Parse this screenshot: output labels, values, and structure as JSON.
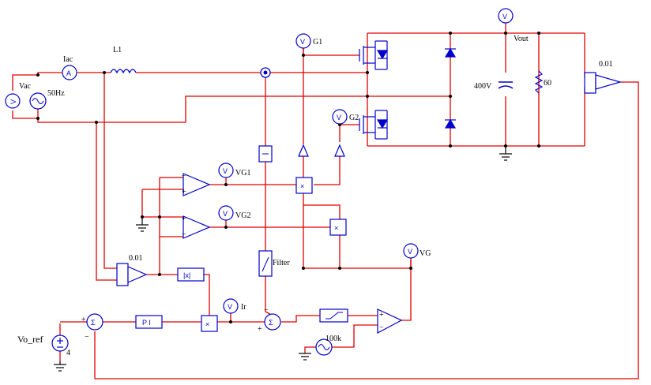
{
  "colors": {
    "wire_red": "#e00000",
    "element_blue": "#0000cc",
    "ground_black": "#000000",
    "fill_white": "#ffffff",
    "node_dot": "#000000"
  },
  "labels": {
    "iac": "Iac",
    "l1": "L1",
    "vac": "Vac",
    "hz": "50Hz",
    "vg1": "G1",
    "vg2": "G2",
    "vout": "Vout",
    "v400": "400V",
    "r60": "60",
    "gain_out": "0.01",
    "vg1_cmp": "VG1",
    "vg2_cmp": "VG2",
    "gain_in": "0.01",
    "filter": "Filter",
    "vg": "VG",
    "ir": "Ir",
    "vo_ref": "Vo_ref",
    "src4": "4",
    "tri100k": "100k",
    "pi": "P I",
    "abs": "|x|"
  },
  "symbols": {
    "voltmeter": "V",
    "ammeter": "A",
    "sum": "Σ",
    "mult": "×",
    "plus": "+",
    "minus": "−"
  },
  "icons": [
    "voltmeter-icon",
    "ammeter-icon",
    "ac-source-icon",
    "dc-source-icon",
    "inductor-icon",
    "mosfet-icon",
    "diode-icon",
    "capacitor-icon",
    "resistor-icon",
    "comparator-icon",
    "summer-icon",
    "multiplier-icon",
    "limiter-icon",
    "ground-icon",
    "current-sensor-icon",
    "triangle-source-icon"
  ]
}
